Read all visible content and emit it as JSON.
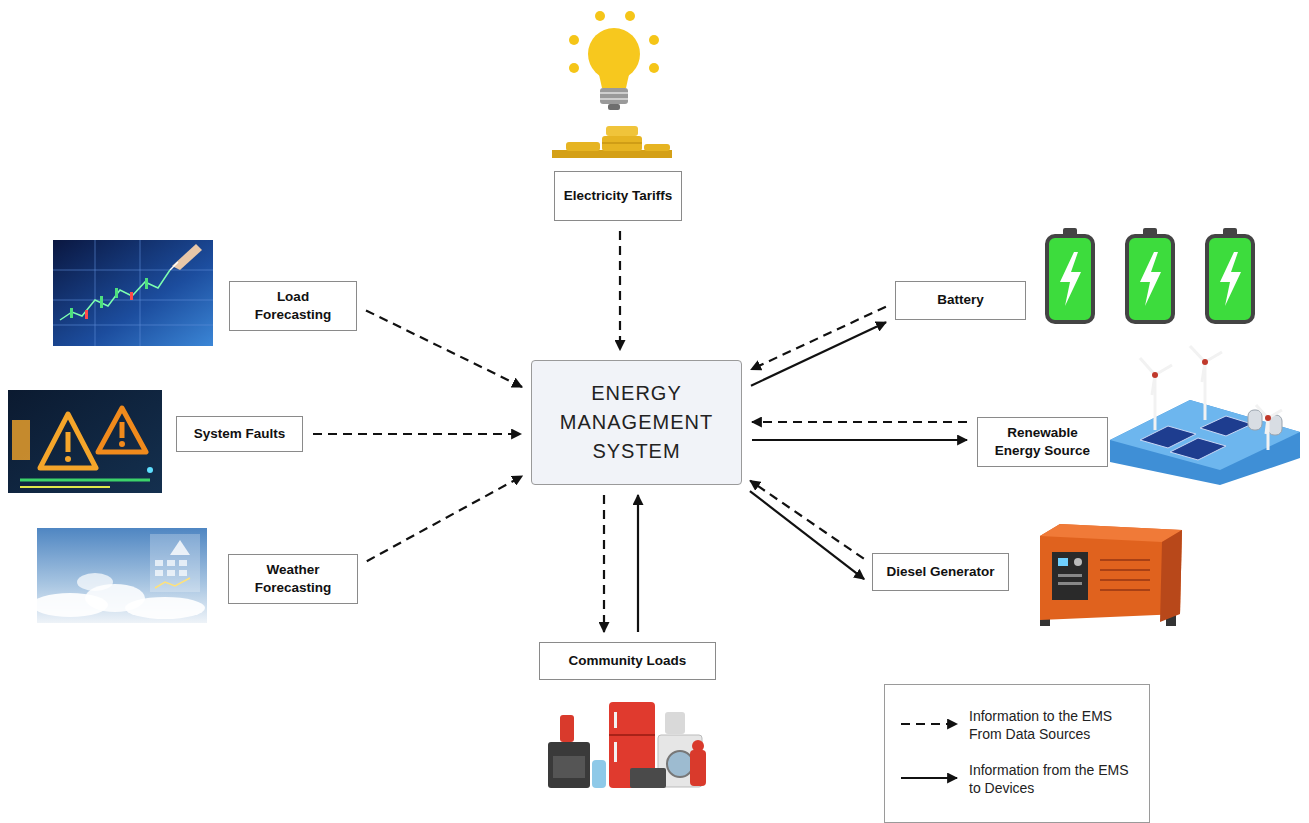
{
  "diagram": {
    "nodes": [
      {
        "text": [
          "Electricity Tariffs"
        ]
      },
      {
        "text": [
          "Load Forecasting"
        ]
      },
      {
        "text": [
          "Battery"
        ]
      },
      {
        "text": [
          "System Faults"
        ]
      },
      {
        "text": [
          "ENERGY MANAGEMENT SYSTEM"
        ]
      },
      {
        "text": [
          "Renewable Energy Source"
        ]
      },
      {
        "text": [
          "Weather Forecasting"
        ]
      },
      {
        "text": [
          "Diesel Generator"
        ]
      },
      {
        "text": [
          "Community Loads"
        ]
      }
    ],
    "edges": [
      {
        "from": 0,
        "to": 4,
        "arrow": "to"
      },
      {
        "from": 1,
        "to": 4,
        "arrow": "to"
      },
      {
        "from": 2,
        "to": 4,
        "arrow": "to"
      },
      {
        "from": 4,
        "to": 2,
        "arrow": "to"
      },
      {
        "from": 3,
        "to": 4,
        "arrow": "to"
      },
      {
        "from": 5,
        "to": 4,
        "arrow": "to"
      },
      {
        "from": 4,
        "to": 5,
        "arrow": "to"
      },
      {
        "from": 6,
        "to": 4,
        "arrow": "to"
      },
      {
        "from": 7,
        "to": 4,
        "arrow": "to"
      },
      {
        "from": 4,
        "to": 7,
        "arrow": "to"
      },
      {
        "from": 4,
        "to": 8,
        "arrow": "to"
      },
      {
        "from": 8,
        "to": 4,
        "arrow": "to"
      }
    ],
    "legend": [
      {
        "text": "Information to the EMS From Data Sources"
      },
      {
        "text": "Information from the EMS to Devices"
      }
    ]
  }
}
